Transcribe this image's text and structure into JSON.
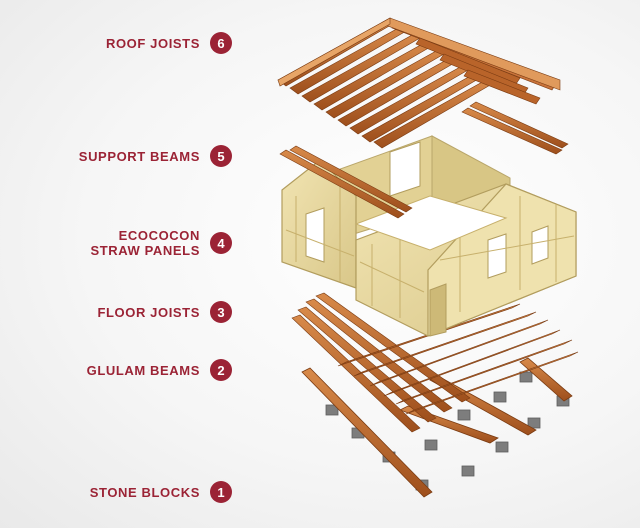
{
  "labels": [
    {
      "number": "6",
      "text": "ROOF JOISTS"
    },
    {
      "number": "5",
      "text": "SUPPORT BEAMS"
    },
    {
      "number": "4",
      "text": "ECOCOCON\nSTRAW PANELS"
    },
    {
      "number": "3",
      "text": "FLOOR JOISTS"
    },
    {
      "number": "2",
      "text": "GLULAM BEAMS"
    },
    {
      "number": "1",
      "text": "STONE BLOCKS"
    }
  ],
  "colors": {
    "accent": "#9b2335",
    "timber": "#b9642a",
    "panel": "#e8d9a0",
    "stone": "#8d8d8d"
  }
}
